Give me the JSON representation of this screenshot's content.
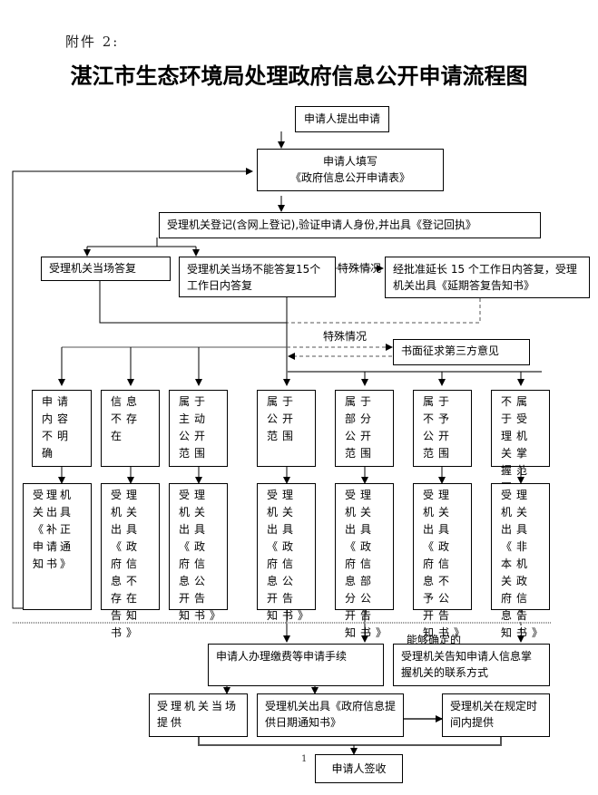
{
  "attachment_label": "附件 2:",
  "title": "湛江市生态环境局处理政府信息公开申请流程图",
  "nodes": {
    "submit": "申请人提出申请",
    "fill_form_line1": "申请人填写",
    "fill_form_line2": "《政府信息公开申请表》",
    "register": "受理机关登记(含网上登记),验证申请人身份,并出具《登记回执》",
    "reply_on_site": "受理机关当场答复",
    "reply_15_days": "受理机关当场不能答复15个工作日内答复",
    "extension": "经批准延长 15 个工作日内答复，受理机关出具《延期答复告知书》",
    "third_party": "书面征求第三方意见",
    "cat_unclear": "申请内容不明确",
    "cat_not_exist": "信息不存在",
    "cat_proactive": "属于主动公开范围",
    "cat_public": "属于公开范围",
    "cat_partial": "属于部分公开范围",
    "cat_not_public": "属于不予公开范围",
    "cat_not_held": "不属于受理机关掌握范围",
    "out_unclear": "受理机关出具《补正申请通知书》",
    "out_not_exist": "受理机关出具《政府信息不存在告知书》",
    "out_proactive": "受理机关出具《政府信息公开告知书》",
    "out_public": "受理机关出具《政府信息公开告知书》",
    "out_partial": "受理机关出具《政府信息部分公开告知书》",
    "out_not_public": "受理机关出具《政府信息不予公开告知书》",
    "out_not_held": "受理机关出具《非本机关政府信息告知书》",
    "fees": "申请人办理缴费等申请手续",
    "contact_info": "受理机关告知申请人信息掌握机关的联系方式",
    "provide_on_site": "受理机关当场提供",
    "date_notice": "受理机关出具《政府信息提供日期通知书》",
    "provide_in_time": "受理机关在规定时间内提供",
    "sign": "申请人签收"
  },
  "edge_labels": {
    "special_1": "特殊情况",
    "special_2": "特殊情况",
    "determinable": "能够确定的"
  },
  "page_number": "1"
}
